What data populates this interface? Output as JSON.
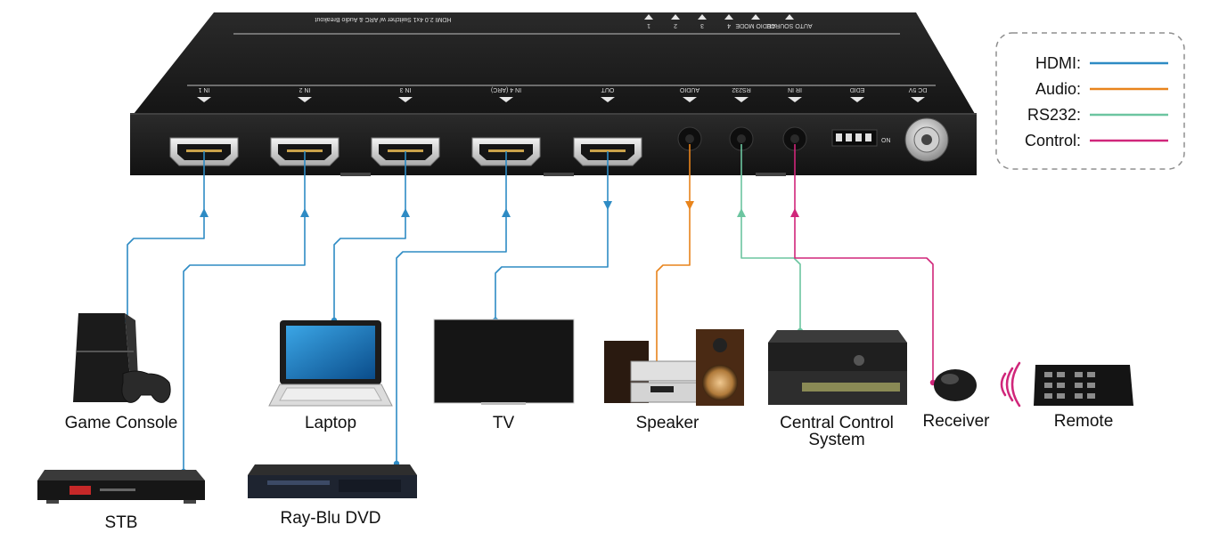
{
  "device": {
    "model_text": "HDMI 2.0 4x1 Switcher w/ ARC & Audio Breakout",
    "top_indicators": [
      "1",
      "2",
      "3",
      "4",
      "AUDIO MODE",
      "AUTO SOURCE"
    ],
    "ports": [
      {
        "label": "IN 1",
        "kind": "hdmi"
      },
      {
        "label": "IN 2",
        "kind": "hdmi"
      },
      {
        "label": "IN 3",
        "kind": "hdmi"
      },
      {
        "label": "IN 4 (ARC)",
        "kind": "hdmi"
      },
      {
        "label": "OUT",
        "kind": "hdmi"
      },
      {
        "label": "AUDIO",
        "kind": "jack"
      },
      {
        "label": "RS232",
        "kind": "jack"
      },
      {
        "label": "IR IN",
        "kind": "jack"
      },
      {
        "label": "EDID",
        "kind": "dip"
      },
      {
        "label": "DC 5V",
        "kind": "power"
      }
    ],
    "dip_on_label": "ON"
  },
  "legend": {
    "items": [
      {
        "label": "HDMI:",
        "color": "#2e8bc4"
      },
      {
        "label": "Audio:",
        "color": "#e8841c"
      },
      {
        "label": "RS232:",
        "color": "#6cc5a0"
      },
      {
        "label": "Control:",
        "color": "#d0267a"
      }
    ]
  },
  "devices": {
    "game_console": "Game Console",
    "stb": "STB",
    "laptop": "Laptop",
    "dvd": "Ray-Blu DVD",
    "tv": "TV",
    "speaker": "Speaker",
    "central_control_line1": "Central Control",
    "central_control_line2": "System",
    "receiver": "Receiver",
    "remote": "Remote"
  },
  "colors": {
    "hdmi": "#2e8bc4",
    "audio": "#e8841c",
    "rs232": "#6cc5a0",
    "control": "#d0267a",
    "chassis": "#1c1c1c"
  }
}
